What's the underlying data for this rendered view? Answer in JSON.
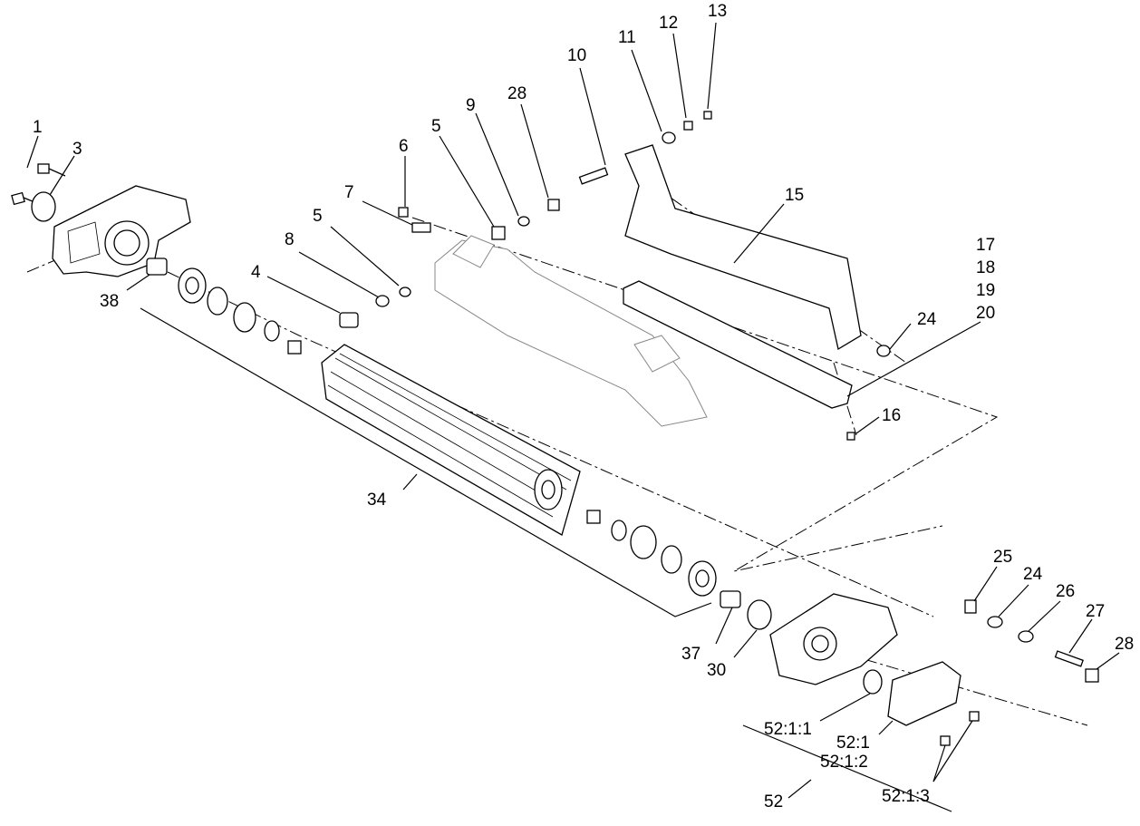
{
  "diagram": {
    "callouts": {
      "c1": "1",
      "c3": "3",
      "c38": "38",
      "c6": "6",
      "c7": "7",
      "c5a": "5",
      "c5b": "5",
      "c8": "8",
      "c4": "4",
      "c9": "9",
      "c28a": "28",
      "c10": "10",
      "c11": "11",
      "c12": "12",
      "c13": "13",
      "c15": "15",
      "c17": "17",
      "c18": "18",
      "c19": "19",
      "c20": "20",
      "c24a": "24",
      "c16": "16",
      "c34": "34",
      "c25": "25",
      "c24b": "24",
      "c26": "26",
      "c27": "27",
      "c28b": "28",
      "c37": "37",
      "c30": "30",
      "c52_1_1": "52:1:1",
      "c52_1": "52:1",
      "c52_1_2": "52:1:2",
      "c52": "52",
      "c52_1_3": "52:1:3"
    }
  }
}
